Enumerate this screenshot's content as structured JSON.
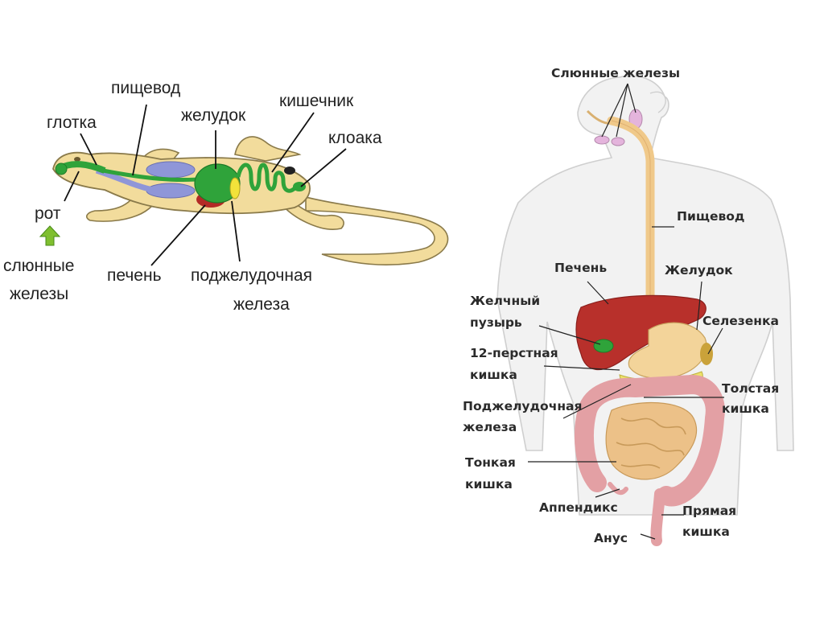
{
  "lizard": {
    "pharynx": "глотка",
    "esophagus": "пищевод",
    "stomach": "желудок",
    "intestine": "кишечник",
    "cloaca": "клоака",
    "mouth": "рот",
    "salivary_line1": "слюнные",
    "salivary_line2": "железы",
    "liver": "печень",
    "pancreas_line1": "поджелудочная",
    "pancreas_line2": "железа"
  },
  "human": {
    "salivary": "Слюнные железы",
    "esophagus": "Пищевод",
    "liver": "Печень",
    "stomach": "Желудок",
    "gallbladder_line1": "Желчный",
    "gallbladder_line2": "пузырь",
    "spleen": "Селезенка",
    "duodenum_line1": "12-перстная",
    "duodenum_line2": "кишка",
    "colon_line1": "Толстая",
    "colon_line2": "кишка",
    "pancreas_line1": "Поджелудочная",
    "pancreas_line2": "железа",
    "small_intestine_line1": "Тонкая",
    "small_intestine_line2": "кишка",
    "appendix": "Аппендикс",
    "rectum_line1": "Прямая",
    "rectum_line2": "кишка",
    "anus": "Анус"
  },
  "colors": {
    "lizard_body": "#f2dc9c",
    "lizard_outline": "#8a7a4a",
    "digestive_green": "#2fa33a",
    "lung_blue": "#8f96d8",
    "liver_red": "#b32a26",
    "pancreas_yellow": "#f2e23a",
    "arrow_green": "#7fbf2f",
    "human_liver": "#b8302b",
    "intestine_pink": "#e3a0a4",
    "small_intestine": "#ecc188",
    "body_silhouette": "#f2f2f2"
  }
}
